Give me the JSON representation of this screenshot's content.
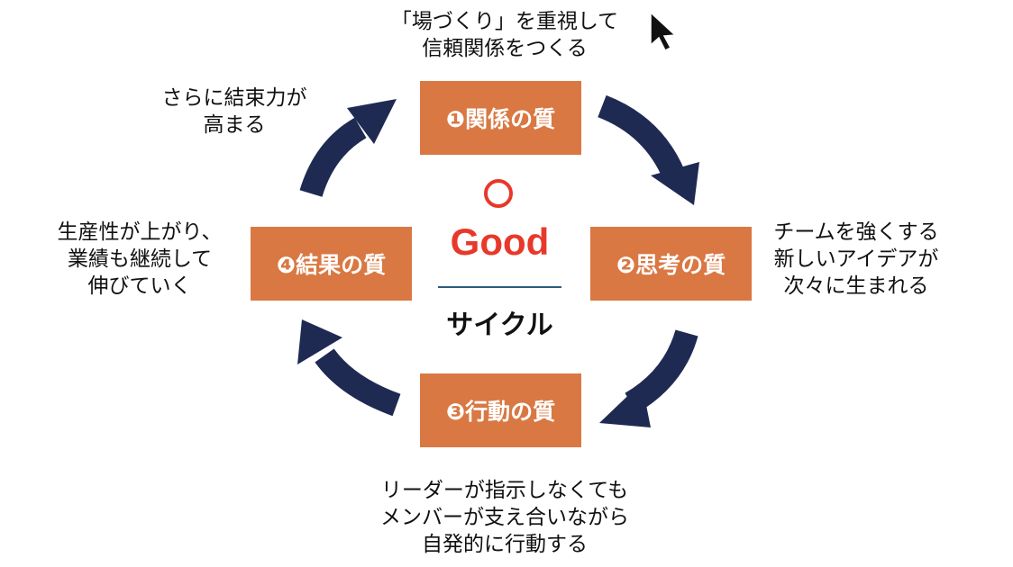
{
  "boxes": [
    "❶関係の質",
    "❷思考の質",
    "❸行動の質",
    "❹結果の質"
  ],
  "notes": {
    "top": [
      "「場づくり」を重視して",
      "信頼関係をつくる"
    ],
    "right": [
      "チームを強くする",
      "新しいアイデアが",
      "次々に生まれる"
    ],
    "bottom": [
      "リーダーが指示しなくても",
      "メンバーが支え合いながら",
      "自発的に行動する"
    ],
    "left": [
      "生産性が上がり、",
      "業績も継続して",
      "伸びていく"
    ],
    "topleft": [
      "さらに結束力が",
      "高まる"
    ]
  },
  "center": {
    "mark": "◯",
    "title": "Good",
    "subtitle": "サイクル"
  },
  "colors": {
    "box": "#d97843",
    "arrow": "#1f2a52",
    "good": "#e8382a"
  }
}
